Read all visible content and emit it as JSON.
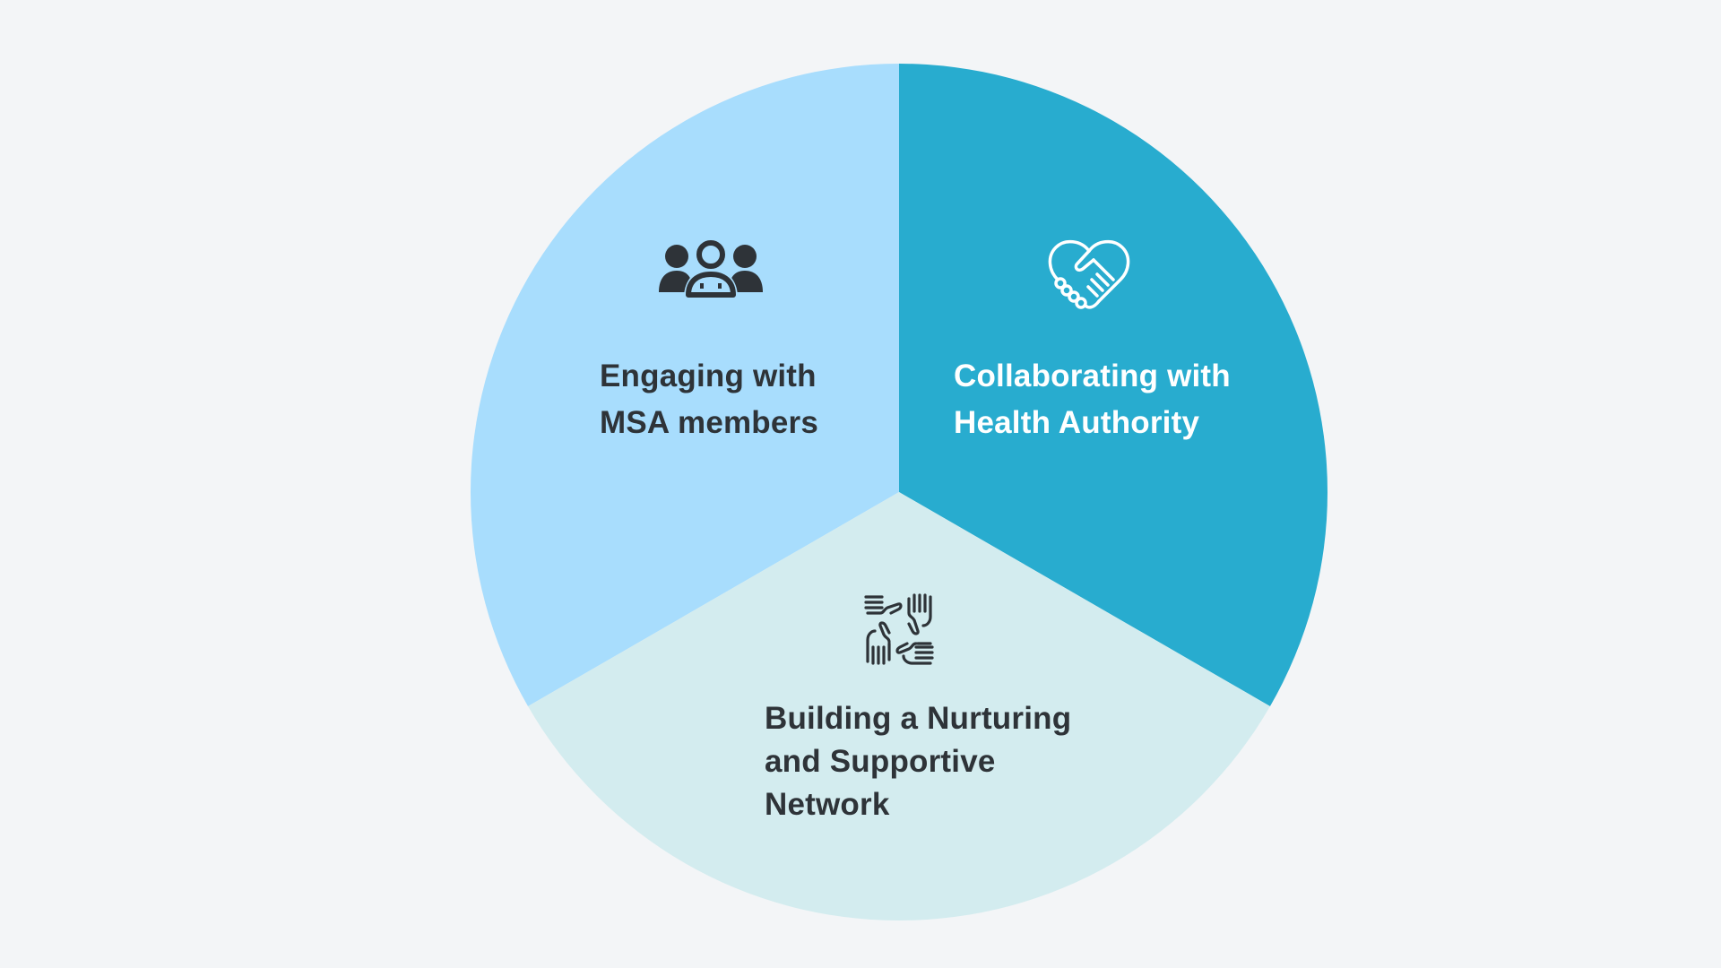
{
  "colors": {
    "background": "#f3f5f7",
    "segment_left": "#a8ddfd",
    "segment_right": "#28accf",
    "segment_bottom": "#d3ecef",
    "text_dark": "#2e3338",
    "text_light": "#ffffff"
  },
  "segments": [
    {
      "key": "left",
      "label": "Engaging with\nMSA members",
      "icon": "people-group-icon"
    },
    {
      "key": "right",
      "label": "Collaborating with\nHealth Authority",
      "icon": "heart-handshake-icon"
    },
    {
      "key": "bottom",
      "label": "Building a Nurturing\nand Supportive\nNetwork",
      "icon": "hands-circle-icon"
    }
  ]
}
